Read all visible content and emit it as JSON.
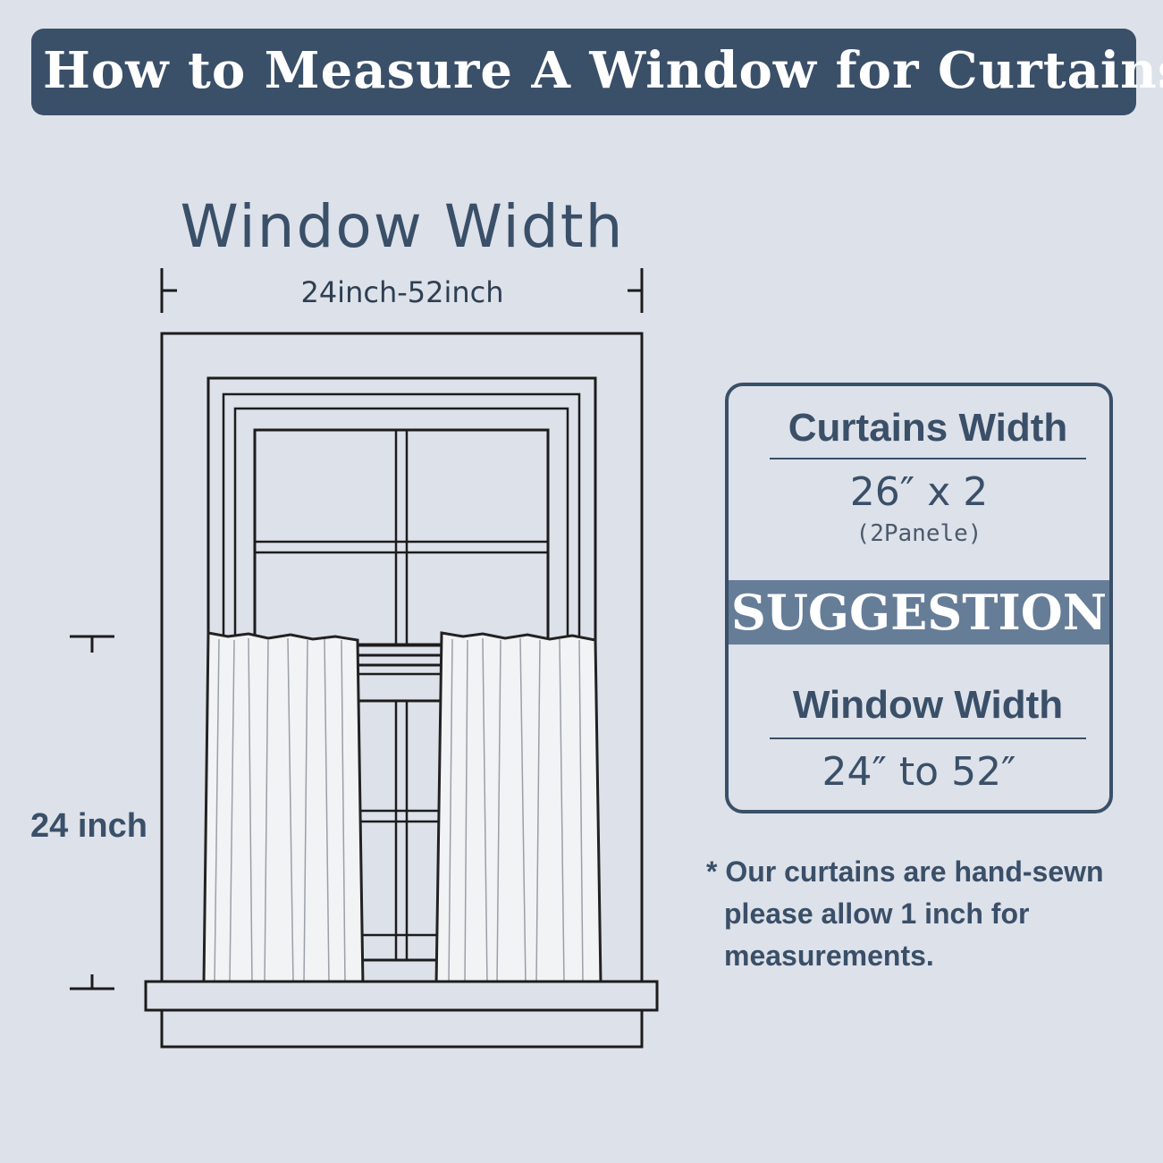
{
  "banner": {
    "title": "How to Measure A Window for Curtains"
  },
  "diagram": {
    "width_title": "Window Width",
    "width_range": "24inch-52inch",
    "height_label": "24 inch"
  },
  "suggestion_card": {
    "curtains_heading": "Curtains Width",
    "curtains_value": "26″  x 2",
    "curtains_sub": "(2Panele)",
    "banner": "SUGGESTION",
    "window_heading": "Window Width",
    "window_value": "24″  to 52″"
  },
  "note": {
    "line1": "* Our curtains are hand-sewn",
    "line2": "please allow 1 inch for",
    "line3": "measurements."
  },
  "colors": {
    "background": "#dde1e9",
    "navy": "#3a4f68",
    "slate_bar": "#667d98",
    "curtain": "#f2f3f5"
  }
}
